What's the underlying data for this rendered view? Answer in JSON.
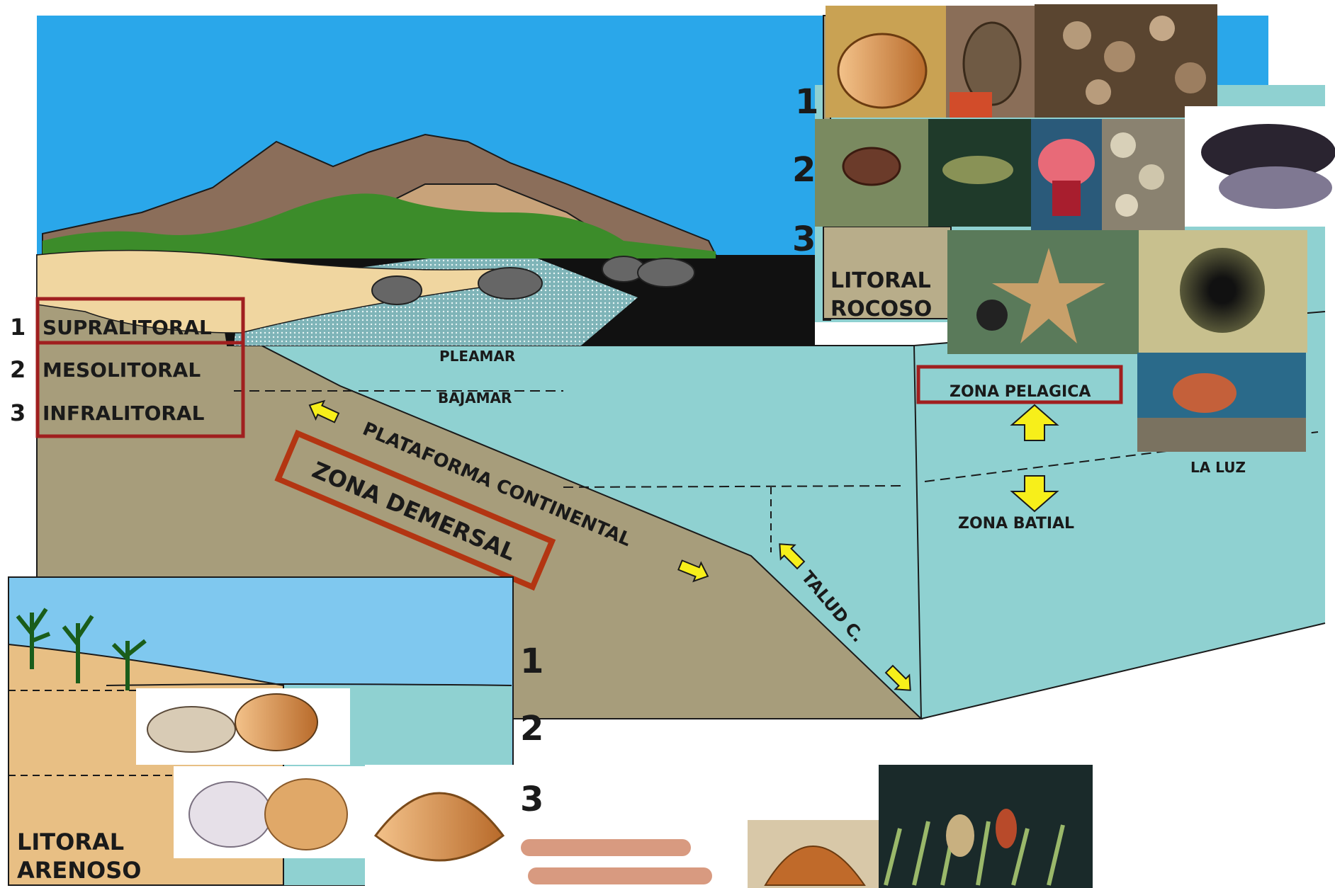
{
  "zones": {
    "z1": {
      "num": "1",
      "name": "SUPRALITORAL"
    },
    "z2": {
      "num": "2",
      "name": "MESOLITORAL"
    },
    "z3": {
      "num": "3",
      "name": "INFRALITORAL"
    }
  },
  "tide": {
    "high": "PLEAMAR",
    "low": "BAJAMAR"
  },
  "shelf": {
    "platform": "PLATAFORMA CONTINENTAL",
    "demersal": "ZONA DEMERSAL",
    "slope": "TALUD C."
  },
  "pelagic": {
    "title": "ZONA PELAGICA",
    "light": "LA LUZ",
    "bathyal": "ZONA BATIAL"
  },
  "rocky": {
    "line1": "LITORAL",
    "line2": "ROCOSO",
    "n1": "1",
    "n2": "2",
    "n3": "3"
  },
  "sandy": {
    "line1": "LITORAL",
    "line2": "ARENOSO",
    "n1": "1",
    "n2": "2",
    "n3": "3"
  },
  "colors": {
    "sky": "#2aa7ea",
    "sky_sandy": "#7fc8ef",
    "water": "#8fd1d1",
    "seabed": "#a79d7b",
    "sand": "#f0d6a0",
    "mountain": "#8b6e5a",
    "frame_red": "#a01f1f",
    "demersal_frame": "#b33512",
    "arrow": "#f7ef1a"
  },
  "icons": [
    "double-arrow-up-down-icon",
    "arrow-icon"
  ]
}
